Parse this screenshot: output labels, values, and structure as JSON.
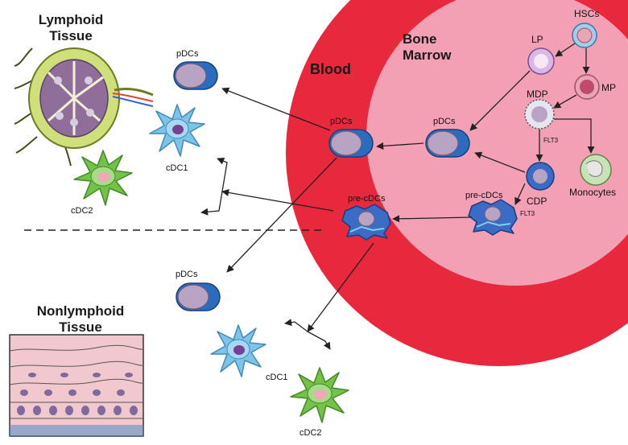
{
  "regions": {
    "lymphoid_tissue": "Lymphoid Tissue",
    "nonlymphoid_tissue": "Nonlymphoid Tissue",
    "blood": "Blood",
    "bone_marrow": "Bone Marrow"
  },
  "cells": {
    "hscs": "HSCs",
    "lp": "LP",
    "mp": "MP",
    "mdp": "MDP",
    "cdp": "CDP",
    "monocytes": "Monocytes",
    "flt3": "FLT3",
    "pdcs": "pDCs",
    "pre_cdcs": "pre-cDCs",
    "cdc1": "cDC1",
    "cdc2": "cDC2"
  },
  "colors": {
    "blood": "#e8283c",
    "bone_marrow": "#f4a0b4",
    "pdc_blue": "#2a6dbf",
    "pdc_nucleus": "#b9a3c3",
    "cdc1_blue": "#7ec4e8",
    "cdc2_green": "#74c24a",
    "precdc_blue": "#3a6cc6",
    "monocyte_green": "#c8e2b8"
  }
}
